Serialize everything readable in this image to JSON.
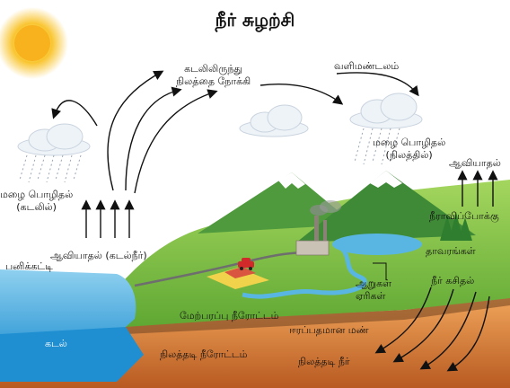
{
  "title": "நீர் சுழற்சி",
  "labels": {
    "evap_sea_to_land": "கடலிலிருந்து\nநிலத்தை நோக்கி",
    "atmosphere": "வளிமண்டலம்",
    "rain_sea": "மழை பொழிதல்\n(கடலில்)",
    "rain_land": "மழை பொழிதல்\n(நிலத்தில்)",
    "evaporation_right": "ஆவியாதல்",
    "evaporation_sea": "ஆவியாதல் (கடல்நீர்)",
    "ice": "பனிக்கட்டி",
    "transpiration": "நீராவிப்போக்கு",
    "plants": "தாவரங்கள்",
    "rivers": "ஆறுகள்",
    "lakes": "ஏரிகள்",
    "infiltration": "நீர் கசிதல்",
    "surface_runoff": "மேற்பரப்பு நீரோட்டம்",
    "moist_soil": "ஈரப்பதமான மண்",
    "sea": "கடல்",
    "groundwater_flow": "நிலத்தடி நீரோட்டம்",
    "groundwater": "நிலத்தடி நீர்"
  },
  "colors": {
    "sea": "#4fa9d6",
    "deep_sea": "#1f8fd1",
    "land": "#7cc242",
    "mountain": "#3f8f3a",
    "soil": "#d9833c",
    "sun": "#f7b21e"
  }
}
